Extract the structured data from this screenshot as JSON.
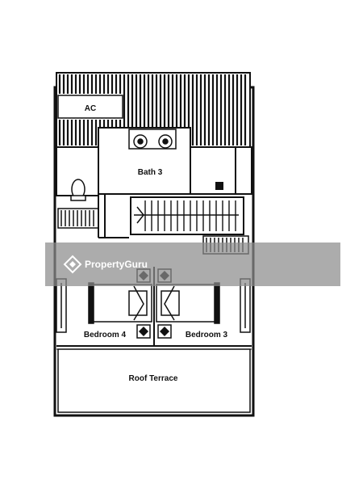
{
  "labels": {
    "ac": "AC",
    "bath3": "Bath 3",
    "bedroom4": "Bedroom 4",
    "bedroom3": "Bedroom 3",
    "roof_terrace": "Roof Terrace"
  },
  "watermark": {
    "text": "PropertyGuru",
    "icon": "propertyguru-logo-icon"
  },
  "colors": {
    "line": "#111111",
    "background": "#ffffff",
    "watermark_band": "#8c8c8c"
  }
}
